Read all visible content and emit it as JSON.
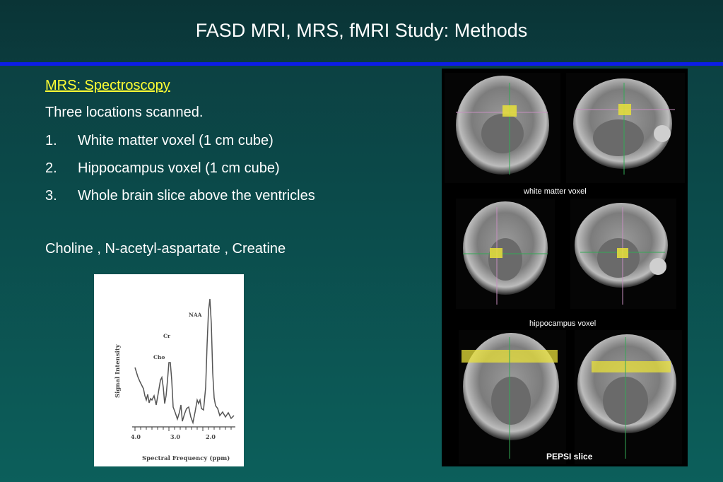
{
  "slide": {
    "title": "FASD MRI, MRS, fMRI Study: Methods"
  },
  "content": {
    "heading": "MRS: Spectroscopy",
    "intro": "Three locations scanned.",
    "items": [
      {
        "num": "1.",
        "text": "White matter voxel (1 cm cube)"
      },
      {
        "num": "2.",
        "text": "Hippocampus voxel (1 cm cube)"
      },
      {
        "num": "3.",
        "text": "Whole brain slice above the ventricles"
      }
    ],
    "compounds": "Choline , N-acetyl-aspartate , Creatine"
  },
  "spectrum_figure": {
    "ylabel": "Signal Intensity",
    "xlabel": "Spectral Frequency  (ppm)",
    "ticks": [
      "4.0",
      "3.0",
      "2.0"
    ],
    "peaks": {
      "naa": "NAA",
      "cr": "Cr",
      "cho": "Cho"
    }
  },
  "mri_figure": {
    "captions": {
      "white_matter": "white matter voxel",
      "hippocampus": "hippocampus voxel",
      "pepsi": "PEPSI slice"
    },
    "highlight_color": "#e8e03a"
  }
}
